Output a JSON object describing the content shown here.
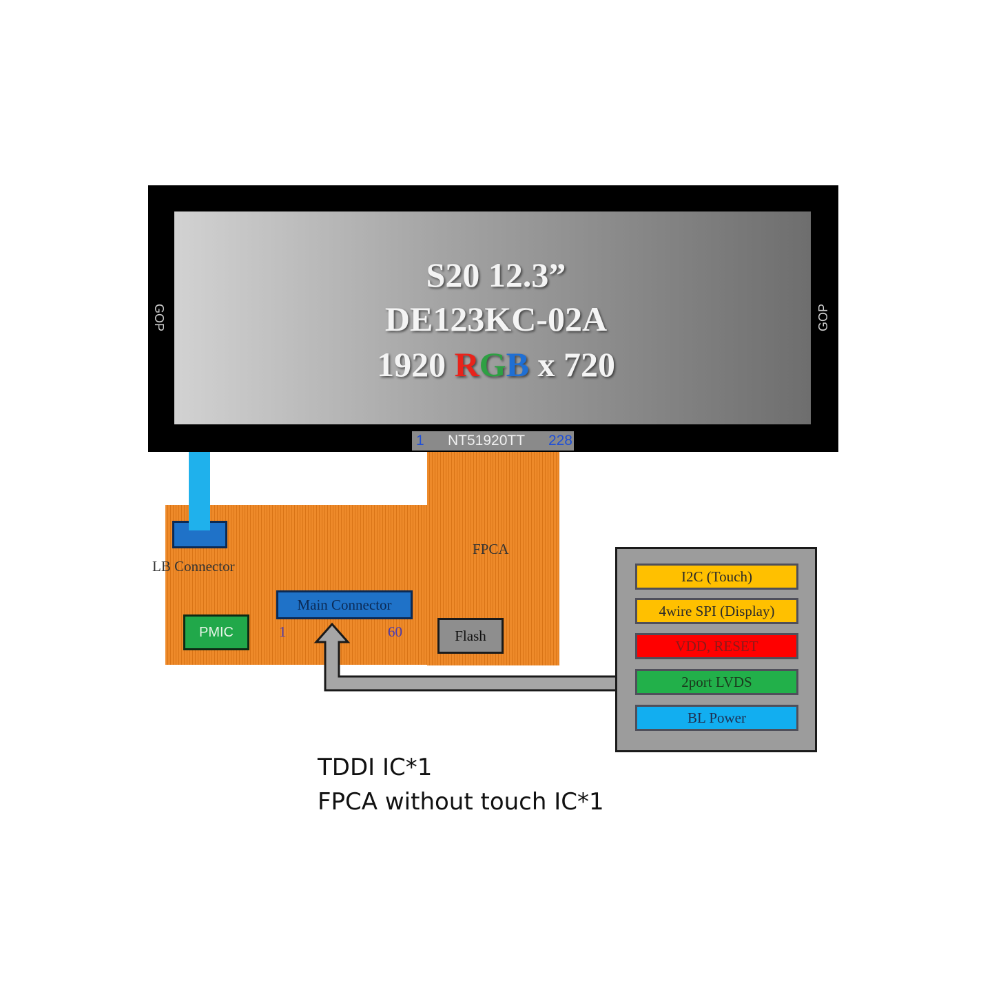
{
  "panel": {
    "title_line1": "S20 12.3”",
    "title_line2": "DE123KC-02A",
    "title_line3_prefix": "1920 ",
    "rgb_r": "R",
    "rgb_g": "G",
    "rgb_b": "B",
    "title_line3_suffix": " x 720",
    "gop_left": "GOP",
    "gop_right": "GOP"
  },
  "driver_ic": {
    "pin_start": "1",
    "name": "NT51920TT",
    "pin_end": "228"
  },
  "fpca": {
    "label": "FPCA",
    "lb_connector_label": "LB Connector",
    "main_connector_label": "Main Connector",
    "main_pin_start": "1",
    "main_pin_end": "60",
    "pmic_label": "PMIC",
    "flash_label": "Flash"
  },
  "interface": {
    "signals": [
      {
        "label": "I2C (Touch)",
        "color": "#ffc000"
      },
      {
        "label": "4wire SPI (Display)",
        "color": "#ffc000"
      },
      {
        "label": "VDD, RESET",
        "color": "#ff0000"
      },
      {
        "label": "2port LVDS",
        "color": "#22b04a"
      },
      {
        "label": "BL Power",
        "color": "#12aef0"
      }
    ]
  },
  "notes": {
    "line1": "TDDI IC*1",
    "line2": "FPCA without touch IC*1"
  }
}
